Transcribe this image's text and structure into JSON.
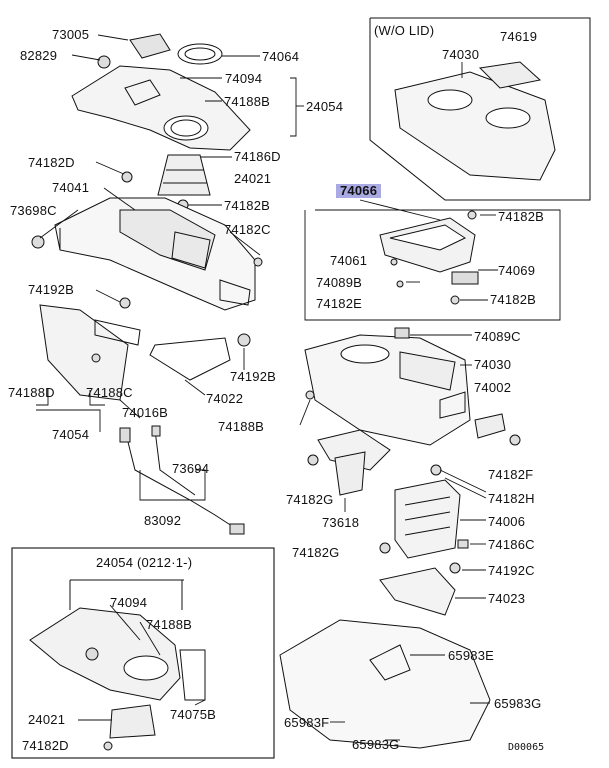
{
  "diagram": {
    "code": "D00065",
    "wo_lid_title": "(W/O LID)",
    "sub_title": "24054 (0212·1-)",
    "labels": {
      "p73005": "73005",
      "p82829": "82829",
      "p74064": "74064",
      "p74094a": "74094",
      "p74188Ba": "74188B",
      "p24054": "24054",
      "p74186D": "74186D",
      "p74182D": "74182D",
      "p24021": "24021",
      "p74041": "74041",
      "p74182Ba": "74182B",
      "p73698C": "73698C",
      "p74182C": "74182C",
      "p74192B": "74192B",
      "p74188D": "74188D",
      "p74188C": "74188C",
      "p74016B": "74016B",
      "p74054": "74054",
      "p74022": "74022",
      "p74192Bb": "74192B",
      "p74619": "74619",
      "p74030a": "74030",
      "p74066": "74066",
      "p74182Bb": "74182B",
      "p74061": "74061",
      "p74069": "74069",
      "p74089B": "74089B",
      "p74182E": "74182E",
      "p74182Bc": "74182B",
      "p74089C": "74089C",
      "p74030b": "74030",
      "p74002": "74002",
      "p74188Bb": "74188B",
      "p73694": "73694",
      "p83092": "83092",
      "p74182F": "74182F",
      "p74182G": "74182G",
      "p74182H": "74182H",
      "p73618": "73618",
      "p74006": "74006",
      "p74182Ga": "74182G",
      "p74186C": "74186C",
      "p74192C": "74192C",
      "p74023": "74023",
      "p65983E": "65983E",
      "p65983G": "65983G",
      "p65983F": "65983F",
      "p65983Gb": "65983G",
      "s74094": "74094",
      "s74188B": "74188B",
      "s24021": "24021",
      "s74075B": "74075B",
      "s74182D": "74182D"
    }
  }
}
